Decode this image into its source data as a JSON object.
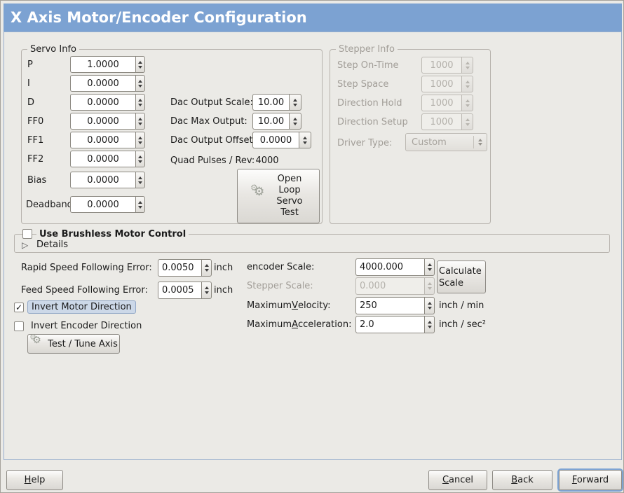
{
  "window": {
    "title": "X Axis Motor/Encoder Configuration"
  },
  "colors": {
    "titlebar": "#7ca2d2",
    "focus_highlight": "#ccd8e8",
    "focus_ring": "#7da3d3",
    "disabled_text": "#a29e98"
  },
  "icons": {
    "gear": "⚙",
    "check": "✓",
    "expander": "▷"
  },
  "servo_info": {
    "legend": "Servo Info",
    "fields": [
      {
        "label": "P",
        "value": "1.0000"
      },
      {
        "label": "I",
        "value": "0.0000"
      },
      {
        "label": "D",
        "value": "0.0000"
      },
      {
        "label": "FF0",
        "value": "0.0000"
      },
      {
        "label": "FF1",
        "value": "0.0000"
      },
      {
        "label": "FF2",
        "value": "0.0000"
      },
      {
        "label": "Bias",
        "value": "0.0000"
      },
      {
        "label": "Deadband",
        "value": "0.0000"
      }
    ],
    "dac_rows": [
      {
        "label": "Dac Output Scale:",
        "value": "10.00"
      },
      {
        "label": "Dac Max Output:",
        "value": "10.00"
      },
      {
        "label": "Dac Output Offset:",
        "value": "0.0000"
      }
    ],
    "quad": {
      "label": "Quad Pulses / Rev:",
      "value": "4000"
    },
    "open_loop_button": "Open Loop Servo Test"
  },
  "stepper_info": {
    "legend": "Stepper Info",
    "fields": [
      {
        "label": "Step On-Time",
        "value": "1000"
      },
      {
        "label": "Step Space",
        "value": "1000"
      },
      {
        "label": "Direction Hold",
        "value": "1000"
      },
      {
        "label": "Direction Setup",
        "value": "1000"
      }
    ],
    "driver_type": {
      "label": "Driver Type:",
      "value": "Custom"
    }
  },
  "brushless": {
    "checkbox_label": "Use Brushless Motor Control",
    "details_label": "Details"
  },
  "following_error": {
    "rapid": {
      "label": "Rapid Speed Following Error:",
      "value": "0.0050",
      "unit": "inch"
    },
    "feed": {
      "label": "Feed Speed Following Error:",
      "value": "0.0005",
      "unit": "inch"
    }
  },
  "scales": {
    "encoder": {
      "label": "encoder Scale:",
      "value": "4000.000"
    },
    "calculate_button": "Calculate Scale",
    "stepper": {
      "label": "Stepper Scale:",
      "value": "0.000"
    },
    "max_velocity": {
      "pre": "Maximum ",
      "key": "V",
      "post": "elocity:",
      "value": "250",
      "unit": "inch / min"
    },
    "max_accel": {
      "pre": "Maximum ",
      "key": "A",
      "post": "cceleration:",
      "value": "2.0",
      "unit": "inch / sec²"
    }
  },
  "direction": {
    "invert_motor": "Invert Motor Direction",
    "invert_encoder": "Invert Encoder Direction",
    "test_tune_button": "Test / Tune Axis"
  },
  "actions": {
    "help": {
      "key": "H",
      "post": "elp"
    },
    "cancel": {
      "key": "C",
      "post": "ancel"
    },
    "back": {
      "key": "B",
      "post": "ack"
    },
    "forward": {
      "key": "F",
      "post": "orward"
    }
  }
}
